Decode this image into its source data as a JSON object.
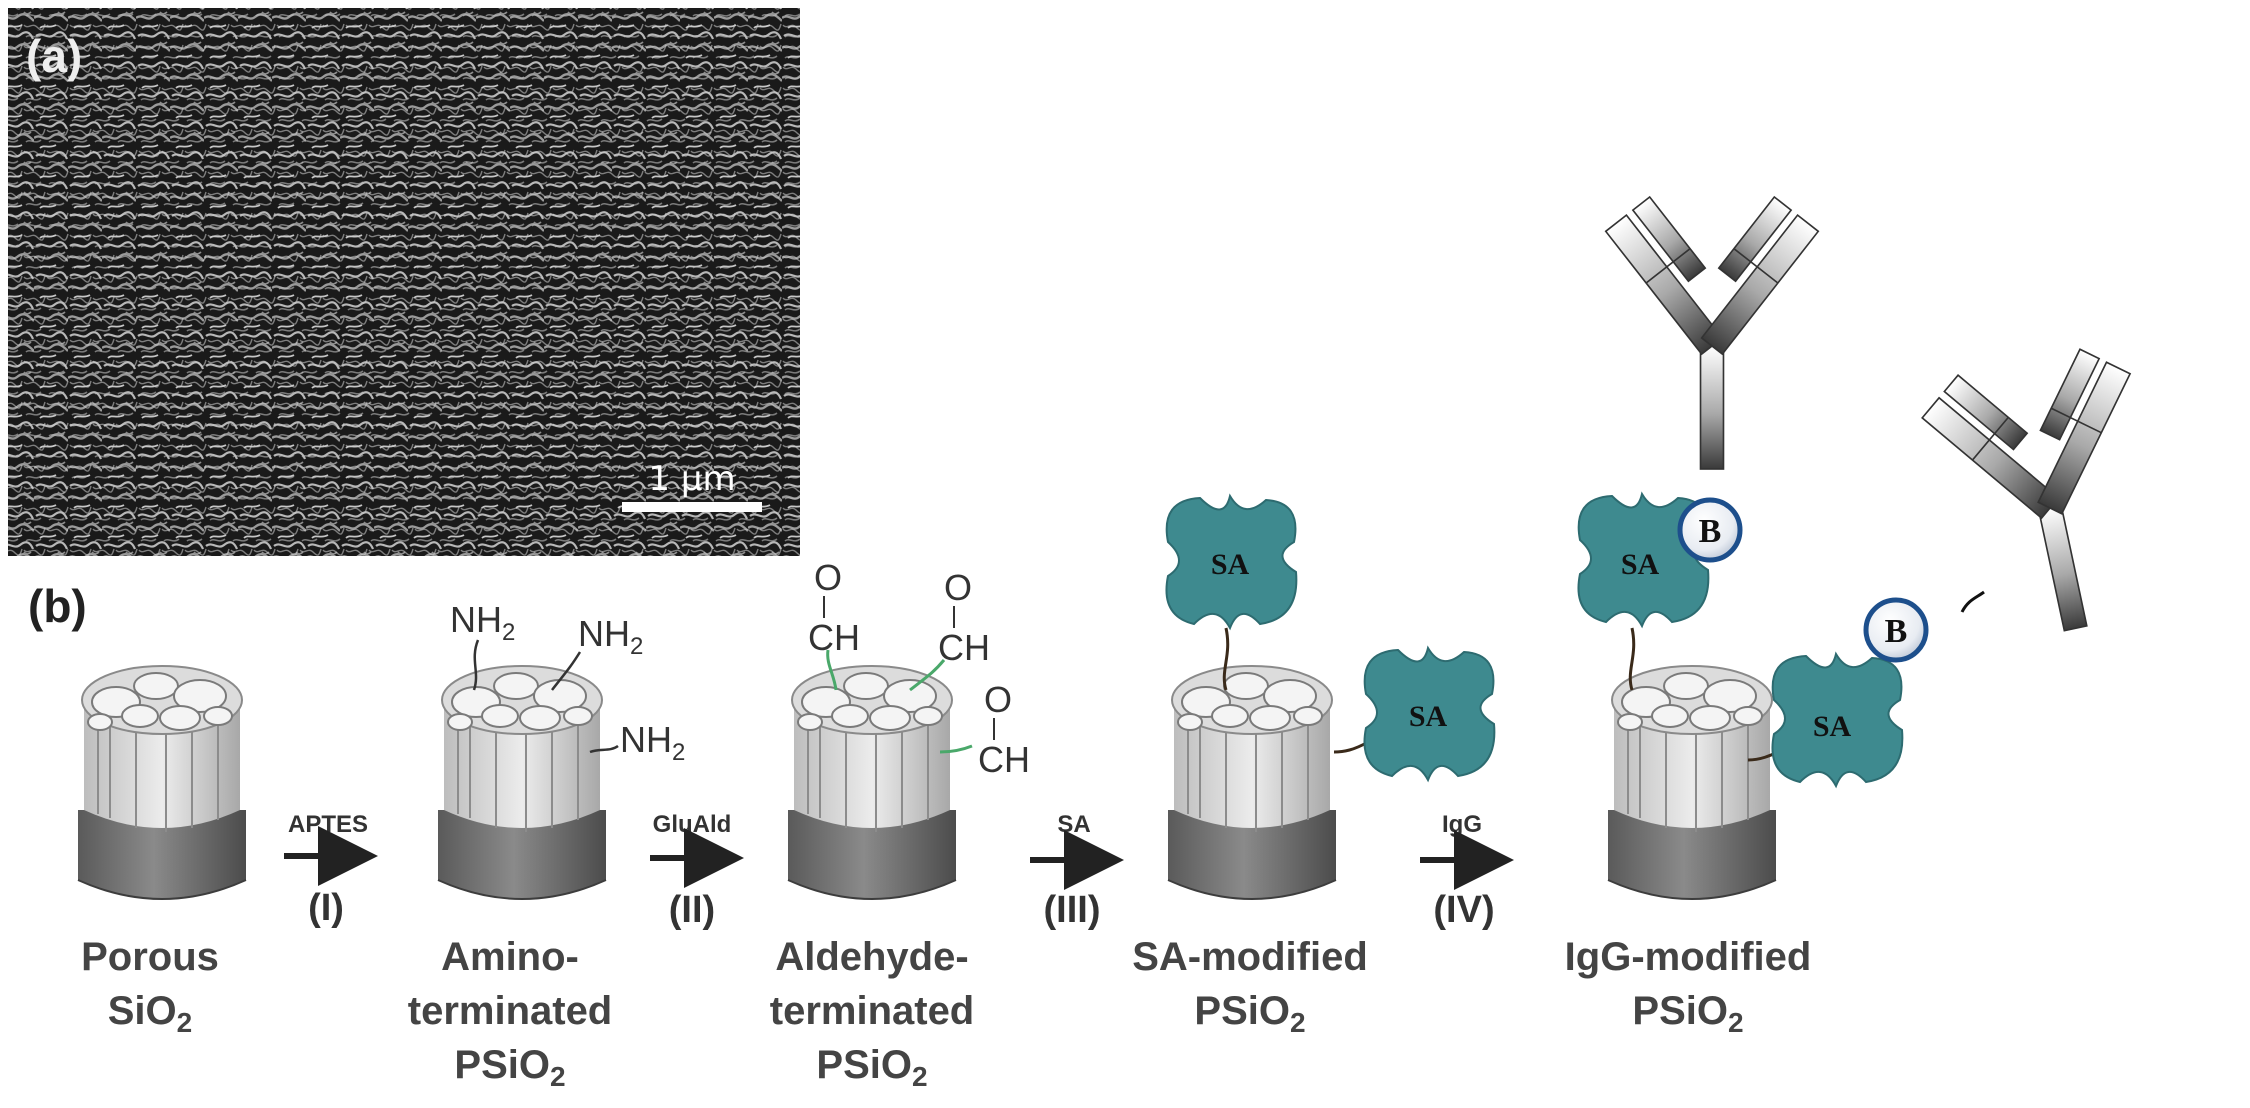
{
  "panels": {
    "a_label": "(a)",
    "b_label": "(b)"
  },
  "sem": {
    "scale_label": "1 μm"
  },
  "stages": [
    {
      "line1": "Porous",
      "line2": "SiO",
      "sub2": "2",
      "line3": ""
    },
    {
      "line1": "Amino-",
      "line2": "terminated",
      "line3": "PSiO",
      "sub3": "2"
    },
    {
      "line1": "Aldehyde-",
      "line2": "terminated",
      "line3": "PSiO",
      "sub3": "2"
    },
    {
      "line1": "SA-modified",
      "line2": "PSiO",
      "sub2": "2"
    },
    {
      "line1": "IgG-modified",
      "line2": "PSiO",
      "sub2": "2"
    }
  ],
  "steps": [
    {
      "reagent": "APTES",
      "roman": "(I)"
    },
    {
      "reagent": "GluAld",
      "roman": "(II)"
    },
    {
      "reagent": "SA",
      "roman": "(III)"
    },
    {
      "reagent": "IgG",
      "roman": "(IV)"
    }
  ],
  "chem": {
    "amine": "NH",
    "amine_sub": "2",
    "aldehyde_o": "O",
    "aldehyde_ch": "CH"
  },
  "molecules": {
    "streptavidin": "SA",
    "biotin": "B"
  },
  "colors": {
    "sa_fill": "#3e8a8f",
    "biotin_ring": "#1d4f8c",
    "green_linker": "#4aa86a",
    "pillar_light": "#d4d4d4",
    "pillar_dark": "#6e6e6e"
  }
}
